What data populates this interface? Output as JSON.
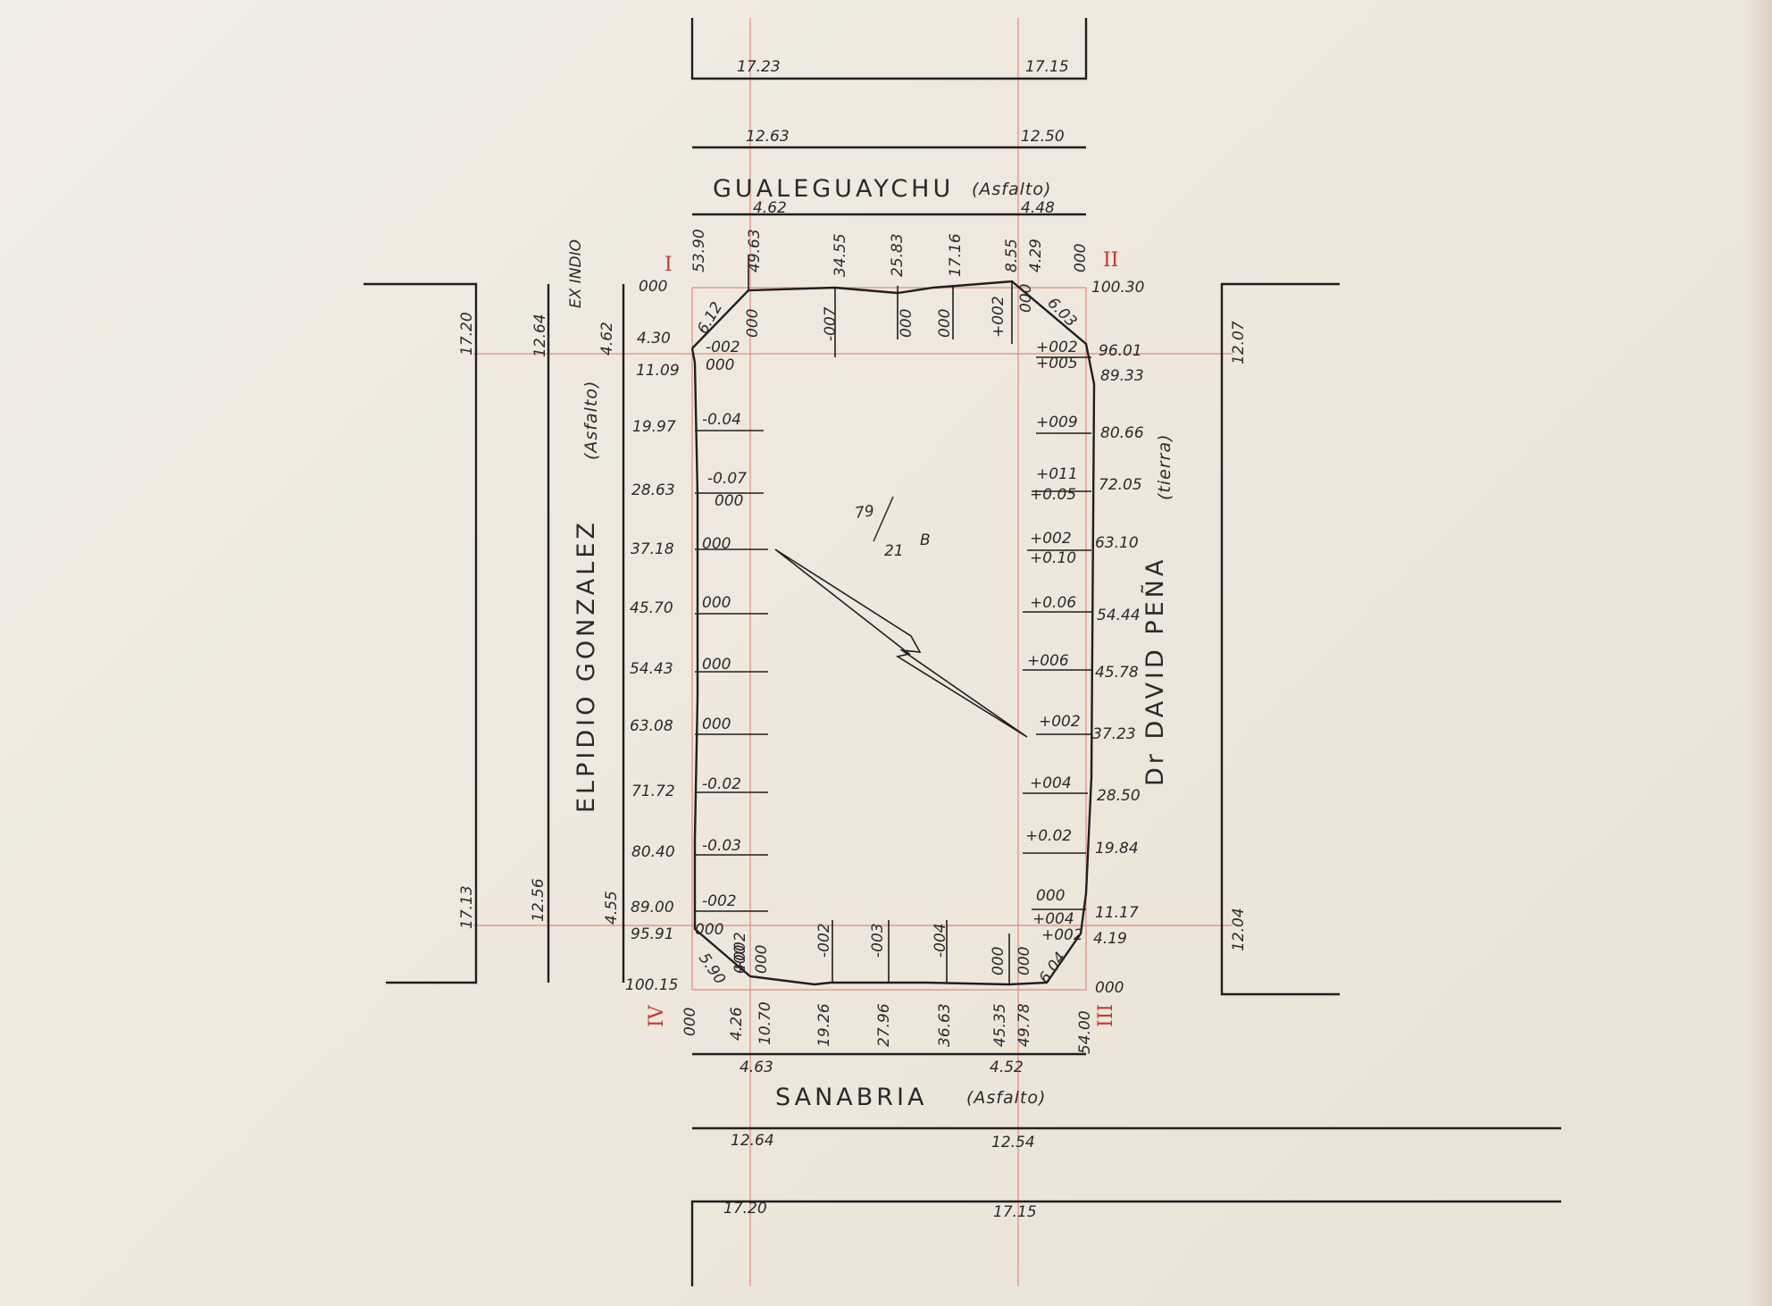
{
  "streets": {
    "north": {
      "name": "GUALEGUAYCHU",
      "surface": "(Asfalto)"
    },
    "south": {
      "name": "SANABRIA",
      "surface": "(Asfalto)"
    },
    "west": {
      "name": "ELPIDIO GONZALEZ",
      "surface": "(Asfalto)",
      "former_name": "EX INDIO"
    },
    "east": {
      "name": "Dr DAVID PEÑA",
      "surface": "(tierra)"
    }
  },
  "block_id": {
    "number": "79",
    "suffix": "21",
    "letter": "B"
  },
  "corners": {
    "nw": "I",
    "ne": "II",
    "se": "III",
    "sw": "IV"
  },
  "street_widths": {
    "north_top": [
      "17.23",
      "17.15"
    ],
    "north_mid": [
      "12.63",
      "12.50"
    ],
    "north_curb": [
      "4.62",
      "4.48"
    ],
    "south_curb": [
      "4.63",
      "4.52"
    ],
    "south_mid": [
      "12.64",
      "12.54"
    ],
    "south_bottom": [
      "17.20",
      "17.15"
    ],
    "west_outer": [
      "17.20",
      "17.13"
    ],
    "west_mid": [
      "12.64",
      "12.56"
    ],
    "west_curb": [
      "4.62",
      "4.55"
    ],
    "east_mid": [
      "12.07",
      "12.04"
    ]
  },
  "north_side": {
    "distances": [
      "53.90",
      "49.63",
      "34.55",
      "25.83",
      "17.16",
      "8.55",
      "4.29",
      "000"
    ],
    "offsets": [
      "000",
      "-007",
      "000",
      "000",
      "+002",
      "000"
    ],
    "chamfers": [
      "6.12",
      "6.03"
    ]
  },
  "west_side": {
    "distances": [
      "000",
      "4.30",
      "11.09",
      "19.97",
      "28.63",
      "37.18",
      "45.70",
      "54.43",
      "63.08",
      "71.72",
      "80.40",
      "89.00",
      "95.91",
      "100.15"
    ],
    "offsets": [
      "-002",
      "000",
      "-0.04",
      "-0.07",
      "000",
      "000",
      "000",
      "000",
      "000",
      "-0.02",
      "-0.03",
      "-002",
      "000"
    ],
    "chamfer": "5.90"
  },
  "east_side": {
    "distances": [
      "100.30",
      "96.01",
      "89.33",
      "80.66",
      "72.05",
      "63.10",
      "54.44",
      "45.78",
      "37.23",
      "28.50",
      "19.84",
      "11.17",
      "4.19",
      "000"
    ],
    "offsets": [
      "+002",
      "+005",
      "+009",
      "+011",
      "+0.05",
      "+002",
      "+0.10",
      "+0.06",
      "+006",
      "+002",
      "+004",
      "+0.02",
      "000",
      "+004",
      "+002"
    ],
    "chamfer": "6.04"
  },
  "south_side": {
    "distances": [
      "000",
      "4.26",
      "10.70",
      "19.26",
      "27.96",
      "36.63",
      "45.35",
      "49.78",
      "54.00"
    ],
    "offsets": [
      "000",
      "000",
      "+002",
      "-002",
      "-003",
      "-004",
      "000",
      "000"
    ]
  }
}
